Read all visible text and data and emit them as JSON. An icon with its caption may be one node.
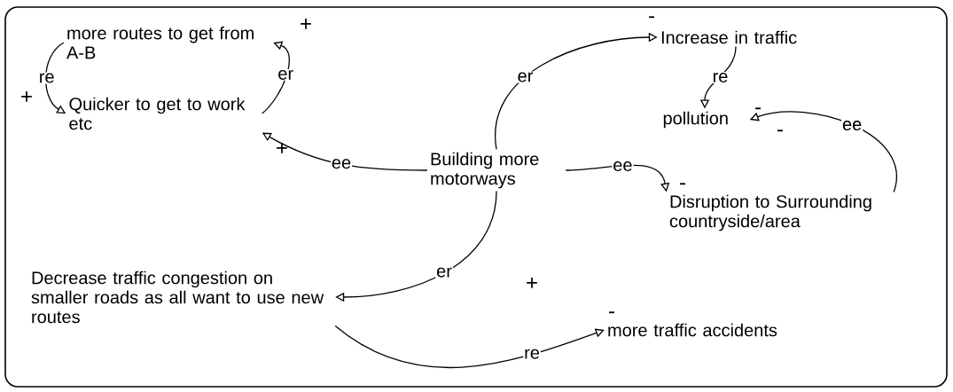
{
  "diagram": {
    "nodes": [
      {
        "text": [
          "more routes to get from A-B"
        ]
      },
      {
        "text": [
          "Quicker to get to work etc"
        ]
      },
      {
        "text": [
          "Building more motorways"
        ]
      },
      {
        "text": [
          "Increase in traffic"
        ]
      },
      {
        "text": [
          "pollution"
        ]
      },
      {
        "text": [
          "Disruption to Surrounding countryside/area"
        ]
      },
      {
        "text": [
          "Decrease traffic congestion on smaller roads as all want to use new routes"
        ]
      },
      {
        "text": [
          "more traffic accidents"
        ]
      }
    ],
    "edges": [
      {
        "from": 1,
        "to": 0,
        "arrow": "to",
        "label": "er"
      },
      {
        "from": 0,
        "to": 1,
        "arrow": "to",
        "label": "re"
      },
      {
        "from": 2,
        "to": 1,
        "arrow": "to",
        "label": "ee"
      },
      {
        "from": 2,
        "to": 3,
        "arrow": "to",
        "label": "er"
      },
      {
        "from": 3,
        "to": 4,
        "arrow": "to",
        "label": "re"
      },
      {
        "from": 5,
        "to": 4,
        "arrow": "to",
        "label": "ee"
      },
      {
        "from": 2,
        "to": 5,
        "arrow": "to",
        "label": "ee"
      },
      {
        "from": 2,
        "to": 6,
        "arrow": "to",
        "label": "er"
      },
      {
        "from": 6,
        "to": 7,
        "arrow": "to",
        "label": "re"
      }
    ],
    "labels": [
      "-",
      "+",
      "-",
      "+",
      "-",
      "+",
      "-",
      "+",
      "-"
    ]
  }
}
